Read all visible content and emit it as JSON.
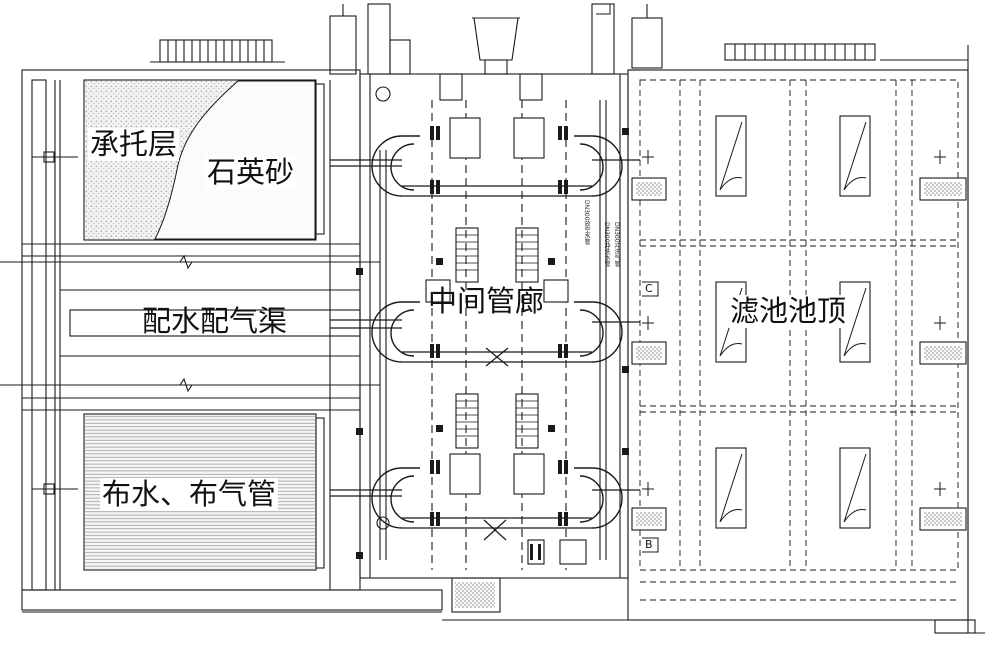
{
  "labels": {
    "support_layer": "承托层",
    "quartz_sand": "石英砂",
    "distribution_channel": "配水配气渠",
    "middle_gallery": "中间管廊",
    "filter_top": "滤池池顶",
    "water_air_pipes": "布水、布气管"
  },
  "markers": {
    "section_c": "C",
    "section_b": "B"
  },
  "pipe_notes": {
    "note_1": "DN300放空水管",
    "note_2": "DN300冲洗水管",
    "note_3": "DN300冲洗气管"
  },
  "colors": {
    "line": "#1a1a1a",
    "hatch_fill": "#b9b9b9",
    "concrete": "#555555"
  }
}
